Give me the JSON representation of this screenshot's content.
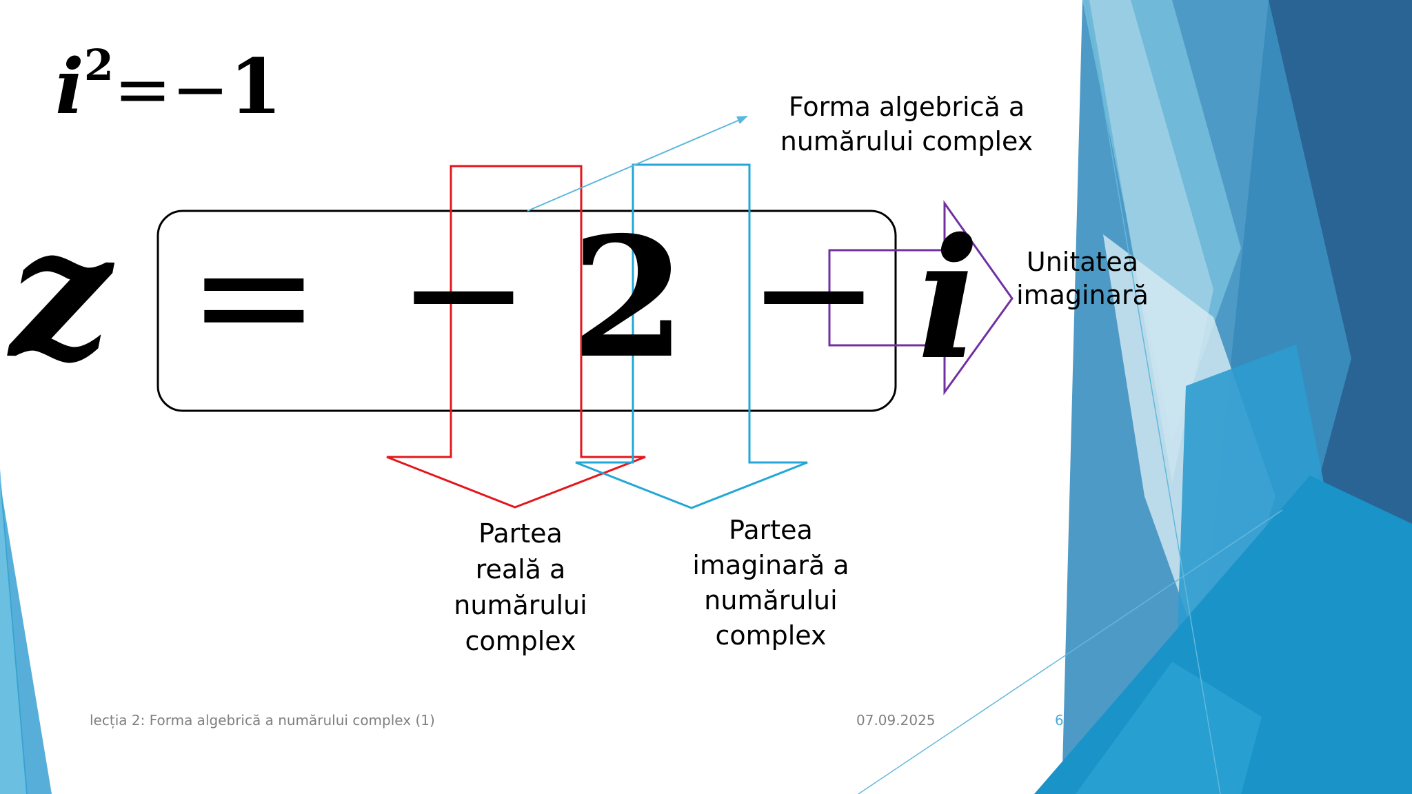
{
  "slide": {
    "formula_top": {
      "base": "i",
      "exponent": "2",
      "equals": "=",
      "minus": "−",
      "one": "1"
    },
    "main_formula": {
      "z": "z",
      "equals": "=",
      "minus1": "−",
      "two": "2",
      "minus2": "−",
      "i": "i"
    },
    "labels": {
      "algebraic_form": [
        "Forma algebrică a",
        "numărului complex"
      ],
      "imaginary_unit": [
        "Unitatea",
        "imaginară"
      ],
      "real_part": [
        "Partea",
        "reală a",
        "numărului",
        "complex"
      ],
      "imaginary_part": [
        "Partea",
        "imaginară a",
        "numărului",
        "complex"
      ]
    },
    "footer": {
      "title": "lecția 2: Forma algebrică a numărului complex (1)",
      "date": "07.09.2025",
      "page_number": "6"
    },
    "colors": {
      "real_arrow": "#e3161c",
      "imag_arrow": "#22a7d6",
      "unit_arrow": "#7030a0",
      "accent_blue": "#1f8fc3",
      "footer_text": "#7f7f7f",
      "page_number": "#4aa8d8"
    }
  }
}
